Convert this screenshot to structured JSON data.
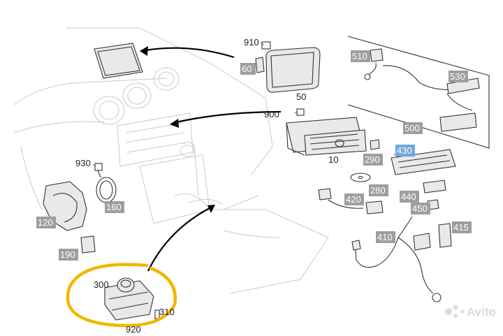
{
  "labels": {
    "l910": "910",
    "l60": "60",
    "l50": "50",
    "l900": "900",
    "l10": "10",
    "l930": "930",
    "l160": "160",
    "l120": "120",
    "l190": "190",
    "l300": "300",
    "l310": "310",
    "l920": "920",
    "l510": "510",
    "l530": "530",
    "l500": "500",
    "l430": "430",
    "l290": "290",
    "l280": "280",
    "l420": "420",
    "l440": "440",
    "l450": "450",
    "l415": "415",
    "l410": "410"
  },
  "colors": {
    "label_bg": "#9e9e9e",
    "label_highlight_bg": "#6fa8dc",
    "highlight_circle": "#f2b600"
  },
  "watermark": {
    "text": "Avito",
    "icon": "avito-logo-icon"
  }
}
